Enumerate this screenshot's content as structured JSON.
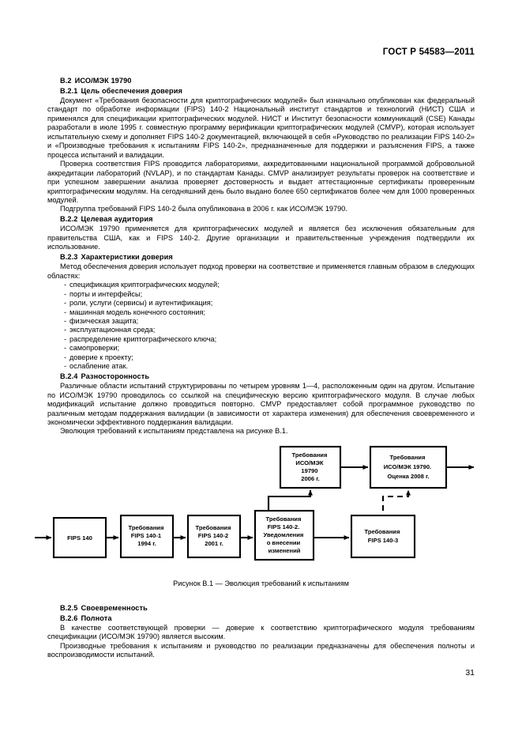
{
  "header": {
    "standard_id": "ГОСТ Р 54583—2011"
  },
  "sections": {
    "b2": {
      "number": "В.2",
      "title": "ИСО/МЭК 19790"
    },
    "b2_1": {
      "number": "В.2.1",
      "title": "Цель обеспечения доверия",
      "para1": "Документ «Требования безопасности для криптографических модулей» был изначально опубликован как федеральный стандарт по обработке информации (FIPS) 140-2 Национальный институт стандартов и технологий (НИСТ) США и применялся для спецификации криптографических модулей. НИСТ и Институт безопасности коммуникаций (CSE) Канады разработали в июле 1995 г. совместную программу верификации криптографических модулей (CMVP), которая использует испытательную схему и дополняет FIPS 140-2 документацией, включающей в себя «Руководство по реализации FIPS 140-2» и «Производные требования к испытаниям FIPS 140-2», предназначенные для поддержки и разъяснения FIPS, а также процесса испытаний и валидации.",
      "para2": "Проверка соответствия FIPS проводится лабораториями, аккредитованными национальной программой добровольной аккредитации лабораторий (NVLAP), и по стандартам Канады. CMVP анализирует результаты проверок на соответствие и при успешном завершении анализа проверяет достоверность и выдает аттестационные сертификаты проверенным криптографическим модулям. На сегодняшний день было выдано более 650 сертификатов более чем для 1000 проверенных модулей.",
      "para3": "Подгруппа требований FIPS 140-2 была опубликована в 2006 г. как ИСО/МЭК 19790."
    },
    "b2_2": {
      "number": "В.2.2",
      "title": "Целевая аудитория",
      "para1": "ИСО/МЭК 19790 применяется для криптографических модулей и является без исключения обязательным для правительства США, как и FIPS 140-2. Другие организации и правительственные учреждения подтвердили их использование."
    },
    "b2_3": {
      "number": "В.2.3",
      "title": "Характеристики доверия",
      "para1": "Метод обеспечения доверия использует подход проверки на соответствие и применяется главным образом в следующих областях:",
      "items": [
        "спецификация криптографических модулей;",
        "порты и интерфейсы;",
        "роли, услуги (сервисы) и аутентификация;",
        "машинная модель конечного состояния;",
        "физическая защита;",
        "эксплуатационная среда;",
        "распределение криптографического ключа;",
        "самопроверки;",
        "доверие к проекту;",
        "ослабление атак."
      ]
    },
    "b2_4": {
      "number": "В.2.4",
      "title": "Разносторонность",
      "para1": "Различные области испытаний структурированы по четырем уровням 1—4, расположенным один на другом. Испытание по ИСО/МЭК 19790 проводилось со ссылкой на специфическую версию криптографического модуля. В случае любых модификаций испытание должно проводиться повторно. CMVP предоставляет собой программное руководство по различным методам поддержания валидации (в зависимости от характера изменения) для обеспечения своевременного и экономически эффективного поддержания валидации.",
      "para2": "Эволюция требований к испытаниям представлена на рисунке В.1."
    },
    "b2_5": {
      "number": "В.2.5",
      "title": "Своевременность"
    },
    "b2_6": {
      "number": "В.2.6",
      "title": "Полнота",
      "para1": "В качестве соответствующей проверки — доверие к соответствию криптографического модуля требованиям спецификации (ИСО/МЭК 19790) является высоким.",
      "para2": "Производные требования к испытаниям и руководство по реализации предназначены для обеспечения полноты и воспроизводимости испытаний."
    }
  },
  "figure": {
    "caption": "Рисунок В.1 — Эволюция требований к испытаниям",
    "boxes": {
      "fips140": [
        "FIPS 140"
      ],
      "fips140_1": [
        "Требования",
        "FIPS 140-1",
        "1994 г."
      ],
      "fips140_2": [
        "Требования",
        "FIPS 140-2",
        "2001 г."
      ],
      "fips140_2_mod": [
        "Требования",
        "FIPS 140-2.",
        "Уведомления",
        "о внесении",
        "изменений"
      ],
      "fips140_3": [
        "Требования",
        "FIPS 140-3"
      ],
      "iso19790": [
        "Требования",
        "ИСО/МЭК",
        "19790",
        "2006 г."
      ],
      "iso19790_eval": [
        "Требования",
        "ИСО/МЭК 19790.",
        "Оценка 2008 г."
      ]
    }
  },
  "folio": {
    "page_number": "31"
  },
  "colors": {
    "ink": "#000000",
    "paper": "#ffffff"
  }
}
